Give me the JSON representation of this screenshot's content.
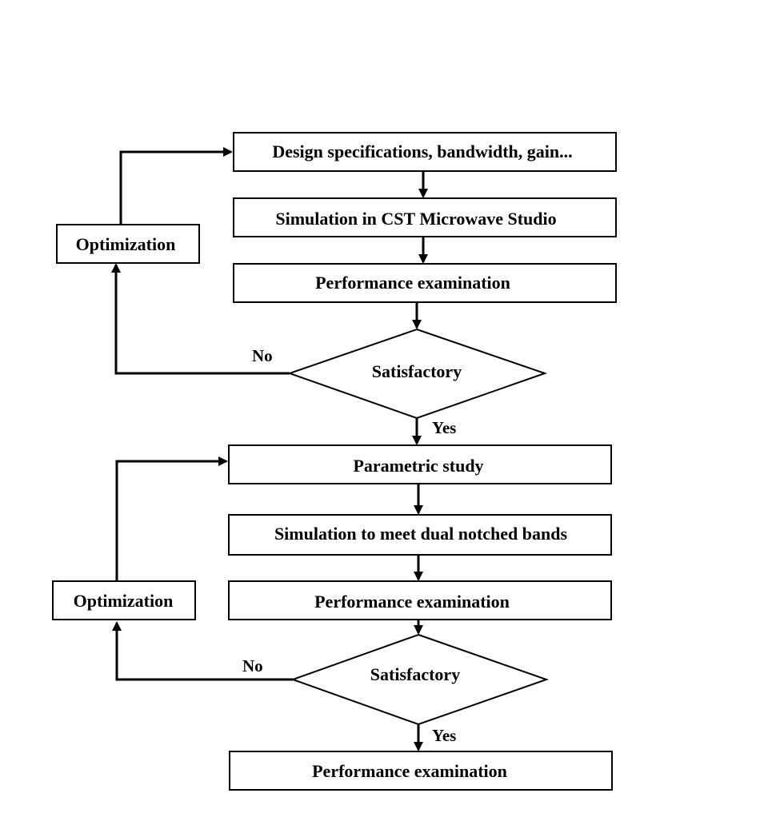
{
  "flowchart": {
    "stage1": {
      "design_specs": "Design specifications, bandwidth, gain...",
      "simulation": "Simulation in CST Microwave Studio",
      "performance": "Performance examination",
      "decision": "Satisfactory",
      "no_label": "No",
      "yes_label": "Yes",
      "optimization": "Optimization"
    },
    "stage2": {
      "parametric": "Parametric study",
      "simulation": "Simulation to meet dual notched bands",
      "performance": "Performance examination",
      "decision": "Satisfactory",
      "no_label": "No",
      "yes_label": "Yes",
      "optimization": "Optimization",
      "final": "Performance examination"
    },
    "colors": {
      "stroke": "#000000",
      "fill": "#ffffff"
    }
  }
}
